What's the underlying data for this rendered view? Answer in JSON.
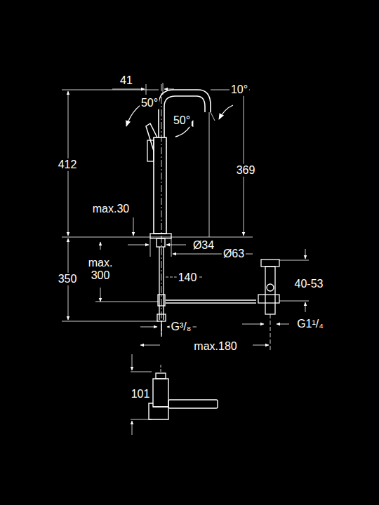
{
  "diagram": {
    "labels": [
      "41",
      "10°",
      "50°",
      "50°",
      "412",
      "369",
      "max.30",
      "Ø34",
      "Ø63",
      "max. 300",
      "350",
      "140",
      "40-53",
      "G³/₈",
      "G1¹/₄",
      "max.180",
      "101"
    ]
  }
}
